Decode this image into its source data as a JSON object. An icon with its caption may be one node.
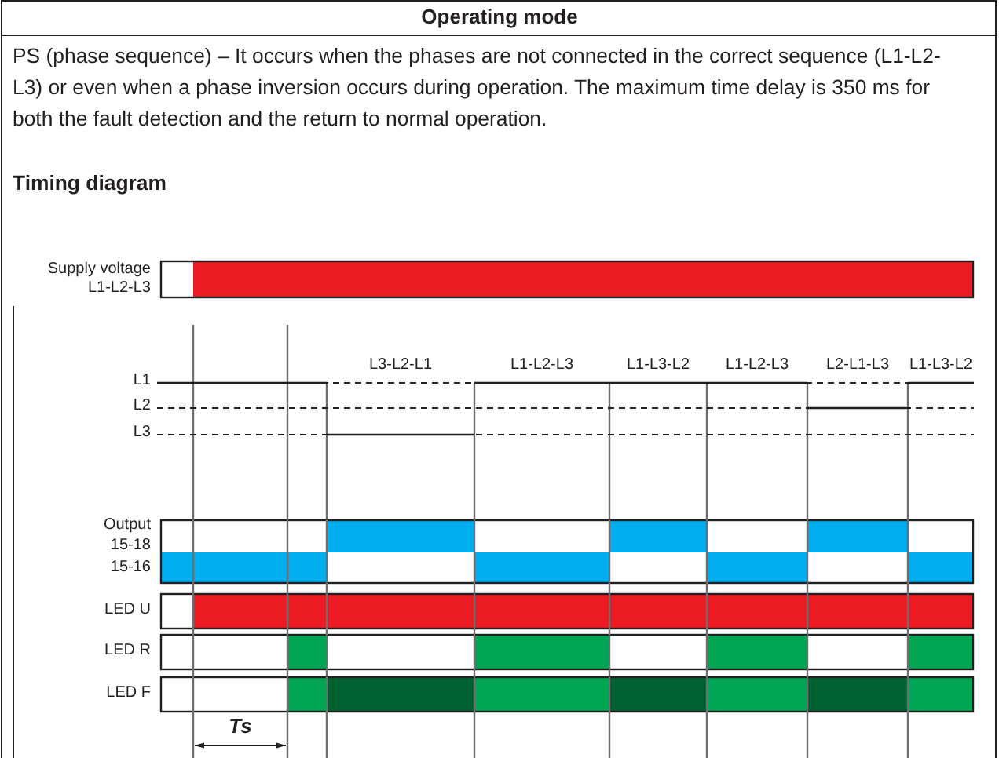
{
  "diagram": {
    "title": "Operating mode",
    "labels": [
      "PS (phase sequence) – It occurs when the phases are not connected in the correct sequence (L1-L2-L3) or even when a phase inversion occurs during operation. The maximum time delay is 350 ms for both the fault detection and the return to normal operation.",
      "Timing diagram",
      "Supply voltage",
      "L1-L2-L3",
      "L3-L2-L1",
      "L1-L2-L3",
      "L1-L3-L2",
      "L1-L2-L3",
      "L2-L1-L3",
      "L1-L3-L2",
      "L1",
      "L2",
      "L3",
      "Output",
      "15-18",
      "15-16",
      "LED U",
      "LED R",
      "LED F",
      "Ts"
    ]
  }
}
